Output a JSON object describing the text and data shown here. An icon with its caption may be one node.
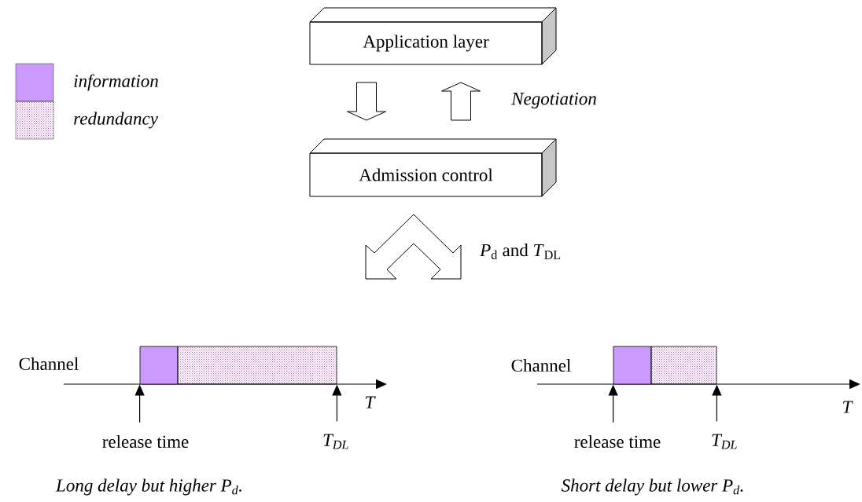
{
  "diagram": {
    "nodes": [
      {
        "text": [
          "Application layer"
        ]
      },
      {
        "text": [
          "Admission control"
        ]
      },
      {
        "text": [
          "release time"
        ]
      },
      {
        "text": [
          "T$_{DL}$"
        ]
      },
      {
        "text": [
          "release time"
        ]
      },
      {
        "text": [
          "T$_{DL}$"
        ]
      },
      {
        "text": [],
        "shape": "box"
      },
      {
        "text": [],
        "shape": "box"
      },
      {
        "text": [],
        "shape": "box"
      },
      {
        "text": [],
        "shape": "box"
      }
    ],
    "edges": [
      {
        "from": 0,
        "to": 1,
        "arrow": "to"
      },
      {
        "from": 1,
        "to": 0,
        "arrow": "to",
        "label": "Negotiation"
      },
      {
        "from": 1,
        "to": null,
        "arrow": "to",
        "label": "*P*$_{d}$ and *T*$_{DL}$"
      },
      {
        "from": 1,
        "to": null,
        "arrow": "to"
      },
      {
        "from": 2,
        "to": 6,
        "arrow": "to"
      },
      {
        "from": 3,
        "to": 7,
        "arrow": "to"
      },
      {
        "from": 4,
        "to": 8,
        "arrow": "to"
      },
      {
        "from": 5,
        "to": 9,
        "arrow": "to"
      }
    ],
    "labels": [
      "Channel",
      "T",
      "Long delay but higher P$_{d}$.",
      "Channel",
      "T",
      "Short delay but lower P$_{d}$."
    ],
    "legend": [
      {
        "text": "information",
        "color": "#cc99ff"
      },
      {
        "text": "redundancy"
      }
    ]
  }
}
